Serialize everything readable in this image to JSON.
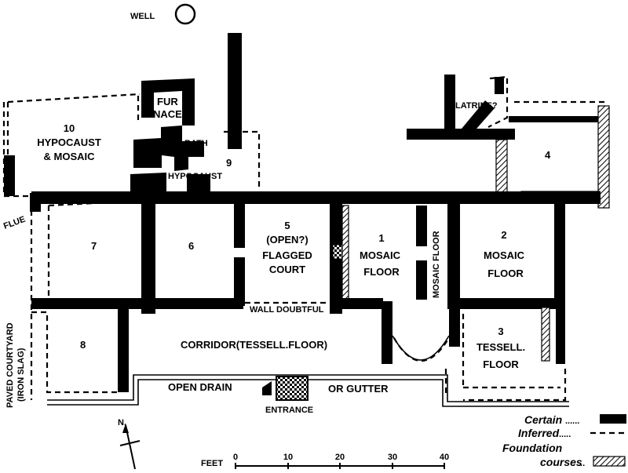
{
  "rooms": {
    "well": "WELL",
    "furnace": [
      "FUR",
      "NACE?"
    ],
    "r10": [
      "10",
      "HYPOCAUST",
      "& MOSAIC"
    ],
    "bath": "BATH",
    "r9": "9",
    "hypocaust9": "HYPOCAUST",
    "latrine": "LATRINE?",
    "r4": "4",
    "flue": "FLUE",
    "r7": "7",
    "r6": "6",
    "r5": [
      "5",
      "(OPEN?)",
      "FLAGGED",
      "COURT"
    ],
    "r1": [
      "1",
      "MOSAIC",
      "FLOOR"
    ],
    "mosaic_floor_vertical": "MOSAIC FLOOR",
    "r2": [
      "2",
      "MOSAIC",
      "FLOOR"
    ],
    "wall_doubtful": "WALL DOUBTFUL",
    "r8": "8",
    "corridor": "CORRIDOR(TESSELL.FLOOR)",
    "r3": [
      "3",
      "TESSELL.",
      "FLOOR"
    ],
    "paved_courtyard": [
      "PAVED COURTYARD",
      "(IRON SLAG)"
    ],
    "open_drain": "OPEN DRAIN",
    "or_gutter": "OR GUTTER",
    "entrance": "ENTRANCE"
  },
  "north": "N.",
  "legend": {
    "certain": "Certain",
    "inferred": "Inferred",
    "foundation": [
      "Foundation",
      "courses"
    ]
  },
  "scale": {
    "label": "FEET",
    "ticks": [
      "0",
      "10",
      "20",
      "30",
      "40"
    ]
  }
}
